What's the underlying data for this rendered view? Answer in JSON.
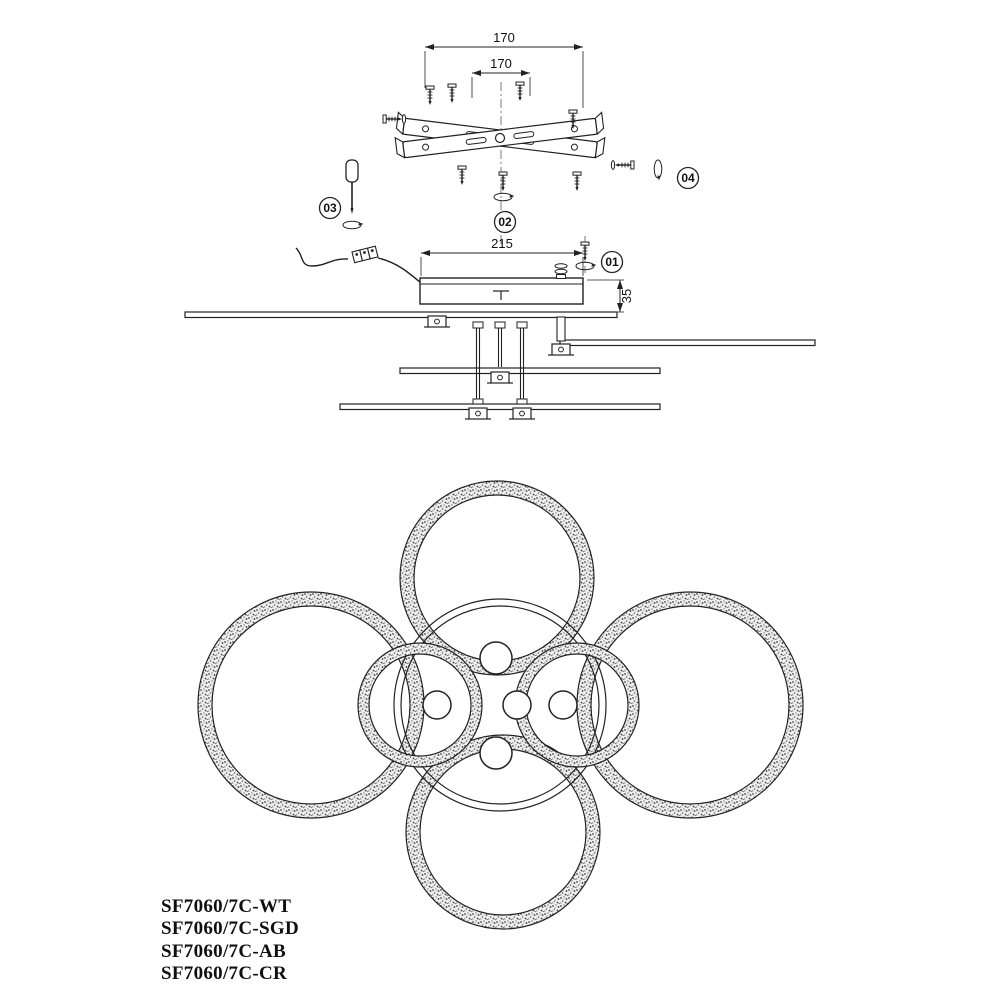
{
  "diagram": {
    "dimensions": {
      "bracket_outer": "170",
      "bracket_inner": "170",
      "canopy_width": "215",
      "canopy_height": "35"
    },
    "steps": {
      "s1": "01",
      "s2": "02",
      "s3": "03",
      "s4": "04"
    },
    "models": [
      "SF7060/7C-WT",
      "SF7060/7C-SGD",
      "SF7060/7C-AB",
      "SF7060/7C-CR"
    ],
    "colors": {
      "line": "#222222",
      "speckle_bg": "#f2f2f2",
      "speckle_dot": "#555555"
    }
  }
}
